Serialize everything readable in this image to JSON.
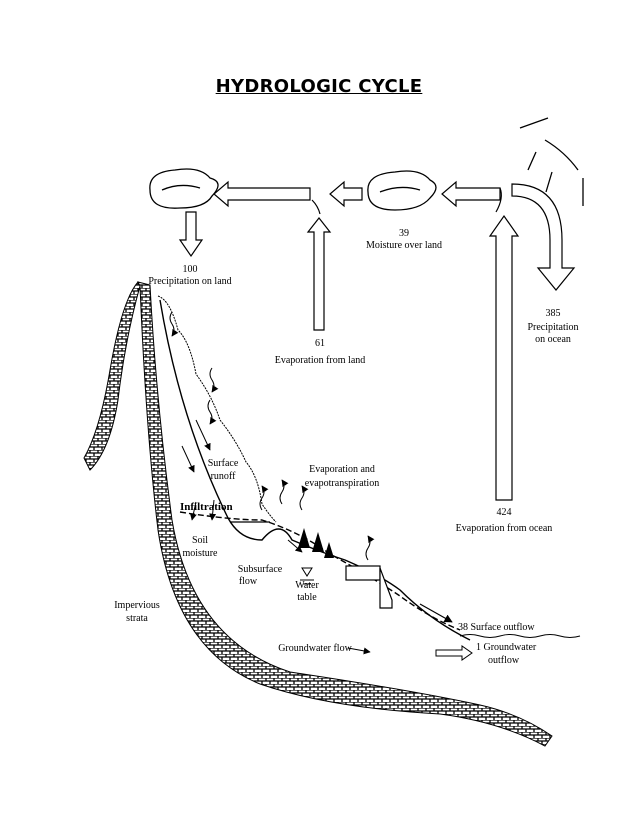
{
  "title": "HYDROLOGIC CYCLE",
  "labels": {
    "moisture_over_land": [
      "39",
      "Moisture over land"
    ],
    "precipitation_on_land": [
      "100",
      "Precipitation on land"
    ],
    "precipitation_on_ocean": [
      "385",
      "Precipitation",
      "on ocean"
    ],
    "evaporation_from_land": [
      "61",
      "Evaporation from land"
    ],
    "evapotranspiration": [
      "Evaporation and",
      "evapotranspiration"
    ],
    "surface_runoff": [
      "Surface",
      "runoff"
    ],
    "infiltration": "Infiltration",
    "soil_moisture": [
      "Soil",
      "moisture"
    ],
    "evaporation_from_ocean": [
      "424",
      "Evaporation from ocean"
    ],
    "subsurface_flow": [
      "Subsurface",
      "flow"
    ],
    "water_table": [
      "Water",
      "table"
    ],
    "impervious_strata": [
      "Impervious",
      "strata"
    ],
    "surface_outflow": "38 Surface outflow",
    "groundwater_outflow": [
      "1 Groundwater",
      "outflow"
    ],
    "groundwater_flow": "Groundwater flow"
  }
}
